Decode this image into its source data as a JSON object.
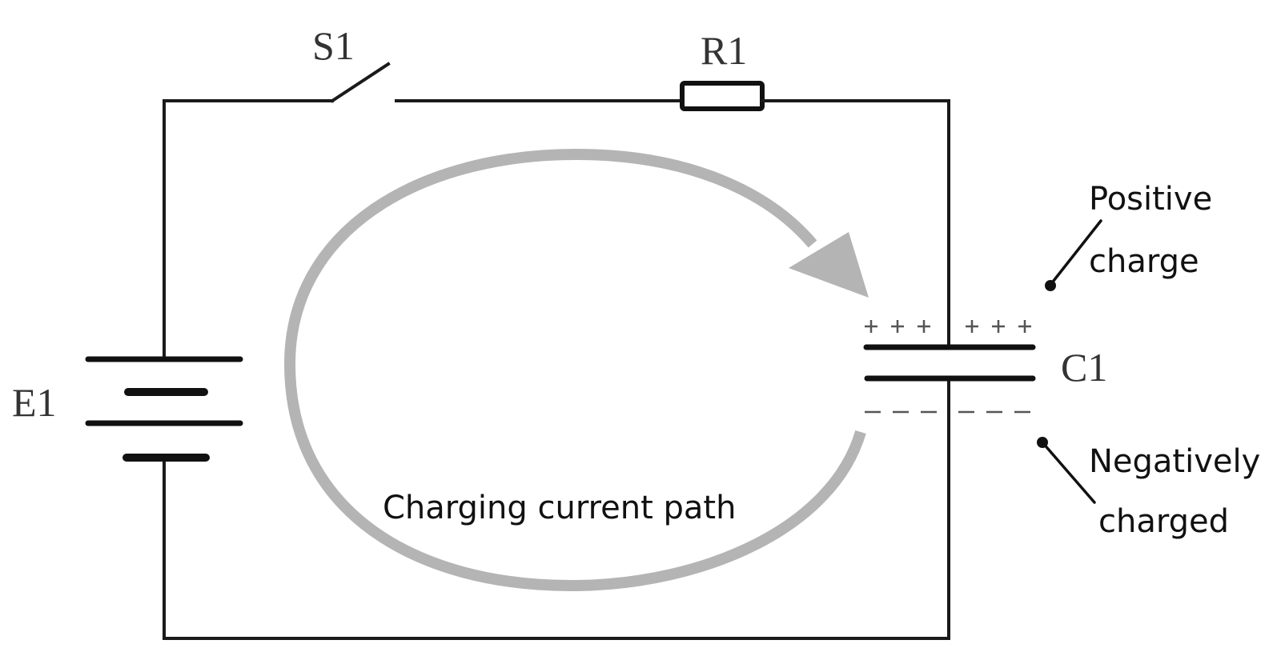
{
  "diagram": {
    "type": "circuit-schematic",
    "components": {
      "switch": {
        "label": "S1",
        "state": "open"
      },
      "resistor": {
        "label": "R1"
      },
      "battery": {
        "label": "E1"
      },
      "capacitor": {
        "label": "C1"
      }
    },
    "capacitor_charges": {
      "top_plate_symbols": "+++ +++",
      "bottom_plate_symbols": "--- ---"
    },
    "annotations": {
      "positive": {
        "line1": "Positive",
        "line2": "charge"
      },
      "negative": {
        "line1": "Negatively",
        "line2": "charged"
      },
      "current_path": "Charging current path"
    },
    "colors": {
      "wire": "#1a1a1a",
      "current_arrow": "#b4b4b4",
      "background": "#ffffff"
    }
  }
}
